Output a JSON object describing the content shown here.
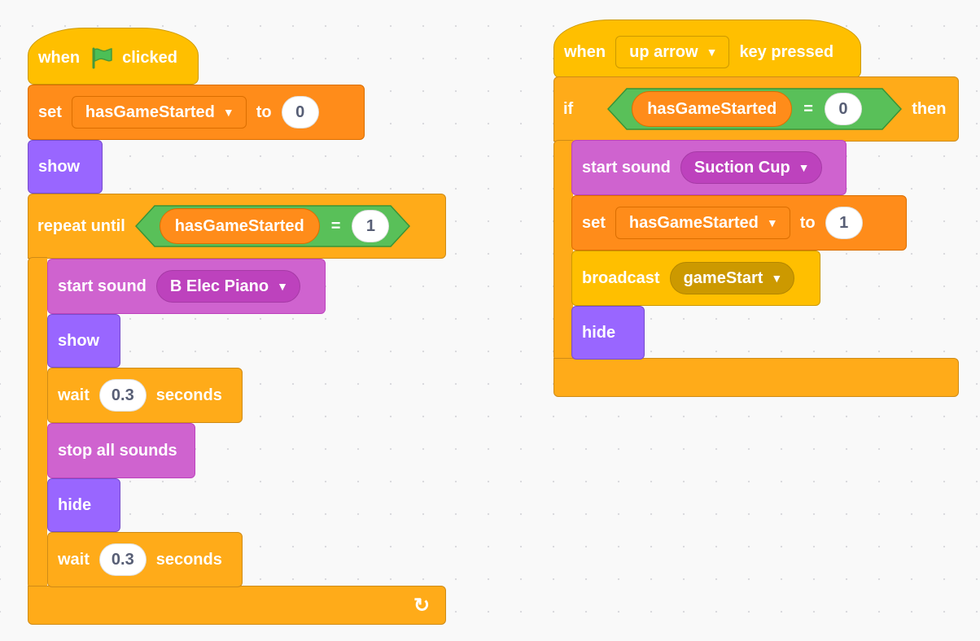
{
  "script1": {
    "hat": {
      "when_label": "when",
      "clicked_label": "clicked",
      "icon": "green-flag-icon"
    },
    "set_block": {
      "set_label": "set",
      "variable": "hasGameStarted",
      "to_label": "to",
      "value": "0"
    },
    "show_label": "show",
    "repeat": {
      "label": "repeat until",
      "reporter": "hasGameStarted",
      "operator": "=",
      "value": "1",
      "loop_icon": "loop-arrow-icon"
    },
    "body": {
      "start_sound_label": "start sound",
      "sound_1": "B Elec Piano",
      "show_label": "show",
      "wait_label": "wait",
      "wait_value_1": "0.3",
      "seconds_label": "seconds",
      "stop_all_label": "stop all sounds",
      "hide_label": "hide",
      "wait_value_2": "0.3"
    }
  },
  "script2": {
    "hat": {
      "when_label": "when",
      "key": "up arrow",
      "key_pressed_label": "key pressed"
    },
    "if_block": {
      "if_label": "if",
      "reporter": "hasGameStarted",
      "operator": "=",
      "value": "0",
      "then_label": "then"
    },
    "body": {
      "start_sound_label": "start sound",
      "sound": "Suction Cup",
      "set_label": "set",
      "variable": "hasGameStarted",
      "to_label": "to",
      "set_value": "1",
      "broadcast_label": "broadcast",
      "message": "gameStart",
      "hide_label": "hide"
    }
  },
  "colors": {
    "events": "#ffbf00",
    "control": "#ffab19",
    "variables": "#ff8c1a",
    "looks": "#9966ff",
    "sound": "#cf63cf",
    "operators": "#59c059"
  }
}
